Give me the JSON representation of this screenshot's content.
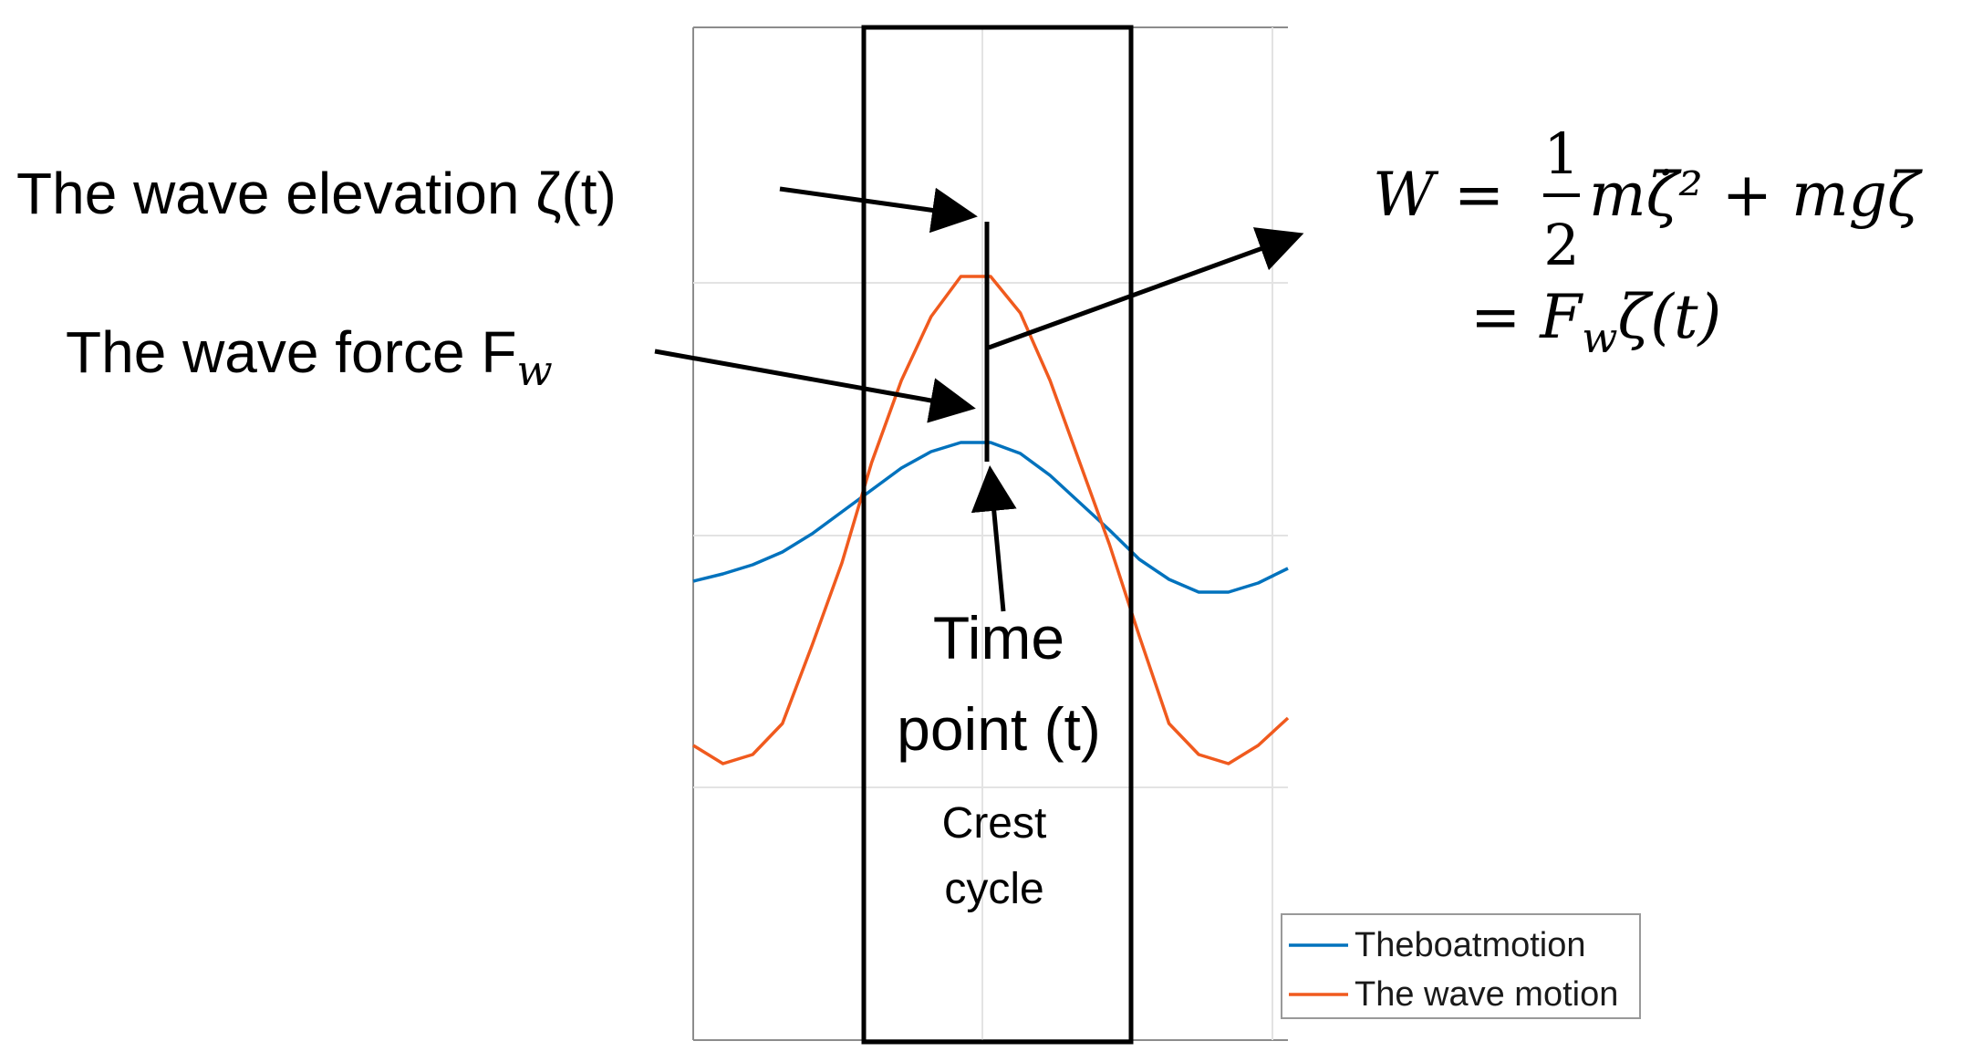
{
  "labels": {
    "wave_elevation": "The wave elevation ζ(t)",
    "wave_force": "The wave force F",
    "wave_force_sub": "w",
    "time_point_line1": "Time",
    "time_point_line2": "point (t)",
    "crest_line1": "Crest",
    "crest_line2": "cycle"
  },
  "equation": {
    "line1_lhs": "W =",
    "fraction_num": "1",
    "fraction_den": "2",
    "line1_rhs": "mζ̇² + mgζ",
    "line2": "= F",
    "line2_sub": "w",
    "line2_rest": "ζ(t)"
  },
  "legend": [
    {
      "name": "Theboatmotion",
      "color": "#0072BD"
    },
    {
      "name": "The wave motion",
      "color": "#F05A1E"
    }
  ],
  "chart_data": {
    "type": "line",
    "grid": true,
    "legend_position": "bottom-right",
    "series": [
      {
        "name": "Theboatmotion",
        "color": "#0072BD",
        "values": [
          -0.25,
          -0.21,
          -0.16,
          -0.09,
          0.01,
          0.13,
          0.25,
          0.37,
          0.46,
          0.51,
          0.51,
          0.45,
          0.33,
          0.18,
          0.03,
          -0.13,
          -0.24,
          -0.31,
          -0.31,
          -0.26,
          -0.18
        ]
      },
      {
        "name": "The wave motion",
        "color": "#F05A1E",
        "values": [
          -1.15,
          -1.25,
          -1.2,
          -1.03,
          -0.6,
          -0.15,
          0.4,
          0.85,
          1.2,
          1.42,
          1.42,
          1.22,
          0.85,
          0.4,
          -0.05,
          -0.55,
          -1.03,
          -1.2,
          -1.25,
          -1.15,
          -1.0
        ]
      }
    ]
  }
}
